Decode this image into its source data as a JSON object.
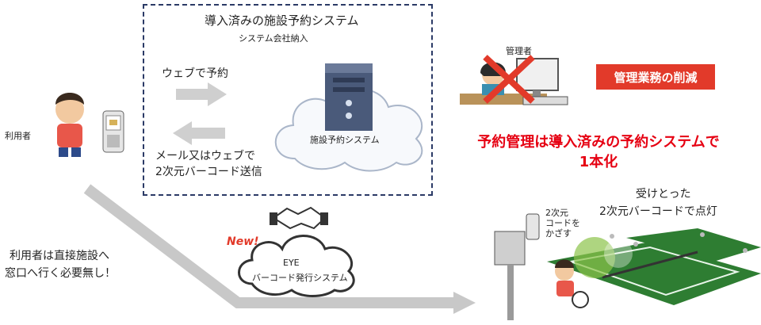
{
  "system_box": {
    "title": "導入済みの施設予約システム",
    "subtitle": "システム会社納入",
    "arrow_web_label": "ウェブで予約",
    "arrow_mail_label_1": "メール又はウェブで",
    "arrow_mail_label_2": "2次元バーコード送信",
    "cloud_label": "施設予約システム"
  },
  "user": {
    "label": "利用者"
  },
  "admin": {
    "label": "管理者",
    "badge": "管理業務の削減"
  },
  "message": {
    "line1": "予約管理は導入済みの予約システムで",
    "line2": "1本化"
  },
  "eye": {
    "new_label": "New!",
    "cloud_line1": "EYE",
    "cloud_line2": "バーコード発行システム"
  },
  "left_note": {
    "line1": "利用者は直接施設へ",
    "line2": "窓口へ行く必要無し！"
  },
  "court": {
    "caption_line1": "受けとった",
    "caption_line2": "2次元バーコードで点灯",
    "phone_note_1": "2次元",
    "phone_note_2": "コードを",
    "phone_note_3": "かざす"
  },
  "colors": {
    "accent_red": "#e60012",
    "box_border": "#2b3a66",
    "arrow_gray": "#c8c8c8",
    "court_green": "#2e7d32"
  }
}
